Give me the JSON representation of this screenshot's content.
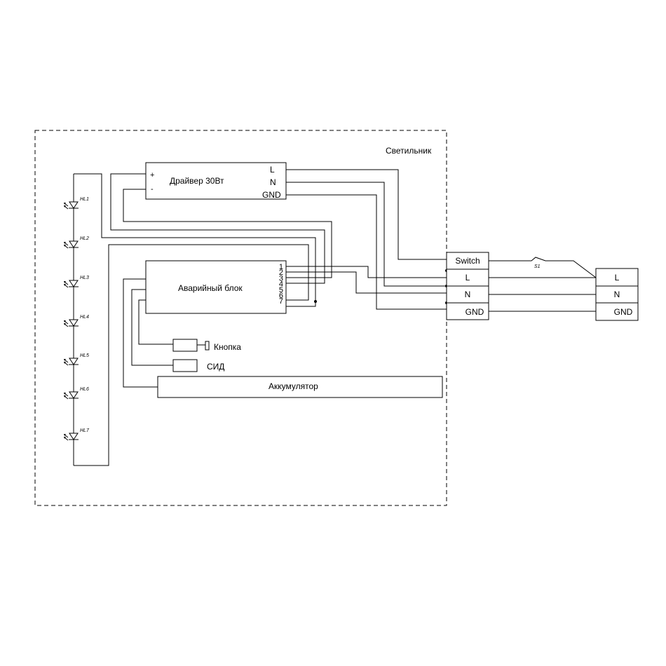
{
  "enclosure": {
    "title": "Светильник"
  },
  "driver": {
    "title": "Драйвер 30Вт",
    "plus": "+",
    "minus": "-",
    "L": "L",
    "N": "N",
    "GND": "GND"
  },
  "emergency": {
    "title": "Аварийный блок",
    "pins": [
      "1",
      "2",
      "3",
      "4",
      "5",
      "6",
      "7"
    ]
  },
  "button": {
    "label": "Кнопка"
  },
  "indicator": {
    "label": "СИД"
  },
  "battery": {
    "label": "Аккумулятор"
  },
  "leds": [
    "HL1",
    "HL2",
    "HL3",
    "HL4",
    "HL5",
    "HL6",
    "HL7"
  ],
  "terminal": {
    "rows": [
      "Switch",
      "L",
      "N",
      "GND"
    ]
  },
  "switch": {
    "label": "S1"
  },
  "mains": {
    "rows": [
      "L",
      "N",
      "GND"
    ]
  }
}
